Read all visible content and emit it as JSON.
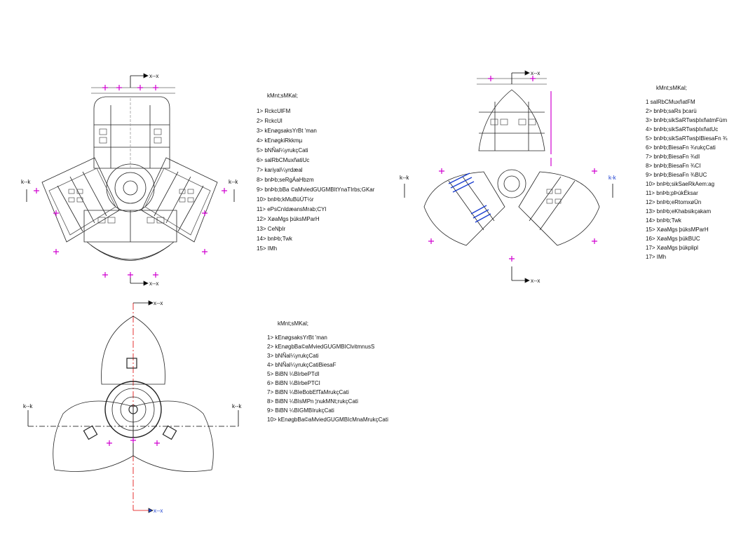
{
  "plans": {
    "a": {
      "section_top": "x--x",
      "section_bottom": "x--x",
      "section_left": "k--k",
      "section_right": "k--k"
    },
    "b": {
      "section_top": "x--x",
      "section_bottom": "x--x",
      "section_left": "k--k",
      "section_right": "k-k"
    },
    "c": {
      "section_top": "x--x",
      "section_bottom": "x--x",
      "section_left": "k--k",
      "section_right": "k--k"
    }
  },
  "legends": {
    "a": {
      "title": "kMnt;sMKal;",
      "items": [
        "1> RckcUlFM",
        "2> RckcUl",
        "3> kEnøgsaksYrBt     'man",
        "4> kEnøgkiRkkmµ",
        "5> bNÑal¼yrukçCati",
        "6> salRbCMuxñatiUc",
        "7> kariyal¼yrdæal",
        "8> bnÞb;seRgÁaHbzm",
        "9> bnÞb;bBa   ©aMviedGUGMBItYnaTIrbs;GKar",
        "10> bnÞb;kMuBüÚT½r",
        "11> ePsCnIdæansMrab;CYl",
        "12> XøaMgs þúksMParH",
        "13> CeNþIr",
        "14> bnÞb;Twk",
        "15> IMh"
      ]
    },
    "b": {
      "title": "kMnt;sMKal;",
      "items": [
        "1 salRbCMuxñatFM",
        "2> bnÞb;saRs þcarü",
        "3> bnÞb;sikSaRTwsþIxñatmFüm",
        "4> bnÞb;sikSaRTwsþIxñatUc",
        "5> bnÞb;sikSaRTwsþIBiesaFn    ¾",
        "6> bnÞb;BiesaFn    ¾rukçCati",
        "7> bnÞb;BiesaFn    ¾dI",
        "8> bnÞb;BiesaFn    ¾CI",
        "9> bnÞb;BiesaFn    ¾BUC",
        "10> bnÞb;sikSaeRkAem:ag",
        "11> bnÞb;pÞúkÉksar",
        "12> bnÞb;eRtomxøÜn",
        "13> bnÞb;eKhabsikçakam",
        "14> bnÞb;Twk",
        "15> XøaMgs þúksMParH",
        "16> XøaMgs þúkBUC",
        "17> XøaMgs þúkplipl",
        "17> IMh"
      ]
    },
    "c": {
      "title": "kMnt;sMKal;",
      "items": [
        "1> kEnøgsaksYrBt     'man",
        "2> kEnøgbBa©aMviedGUGMBIClvitmnusS",
        "3> bNÑal¼yrukçCati",
        "4> bNÑal¼yrukçCatiBiesaF",
        "5> BiBN ¼BIrbePTdI",
        "6> BiBN ¼BIrbePTCI",
        "7> BiBN ¼BIeBobEfTaMrukçCati",
        "8> BiBN ¼BIsMPn ¦nukMNt;rukçCati",
        "9> BiBN ¼BIGMBIrukçCati",
        "10> kEnøgbBa©aMviedGUGMBIcMnaMrukçCati"
      ]
    }
  }
}
